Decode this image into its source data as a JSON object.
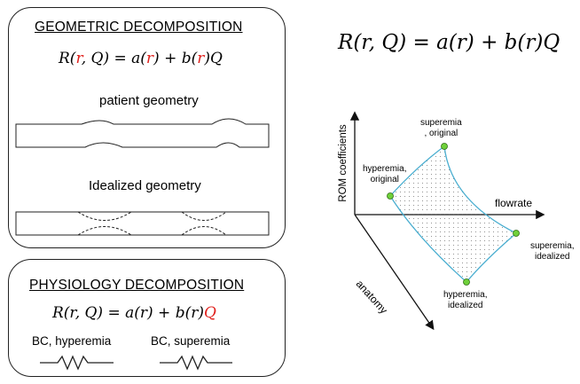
{
  "left": {
    "geometric_box": {
      "heading": "GEOMETRIC DECOMPOSITION",
      "equation": {
        "lhs": "R(",
        "var1": "r",
        "mid1": ", Q) = a(",
        "var2": "r",
        "mid2": ") + b(",
        "var3": "r",
        "tail": ")Q"
      },
      "patient_label": "patient geometry",
      "idealized_label": "Idealized geometry"
    },
    "physiology_box": {
      "heading": "PHYSIOLOGY DECOMPOSITION",
      "equation": {
        "main": "R(r, Q) = a(r) + b(r)",
        "q": "Q"
      },
      "bc_hyperemia": "BC, hyperemia",
      "bc_superemia": "BC, superemia"
    }
  },
  "right": {
    "equation": "R(r, Q) = a(r) + b(r)Q",
    "diagram": {
      "y_axis_label": "ROM coefficients",
      "x_axis_label": "flowrate",
      "z_axis_label": "anatomy",
      "points": {
        "superemia_original": [
          "superemia",
          ", original"
        ],
        "hyperemia_original": [
          "hyperemia,",
          "original"
        ],
        "superemia_idealized": [
          "superemia,",
          "idealized"
        ],
        "hyperemia_idealized": [
          "hyperemia,",
          "idealized"
        ]
      },
      "colors": {
        "surface_edge": "#4aaed0",
        "point_fill": "#6fd13a",
        "stipple": "#7a7a7a",
        "highlight": "#e0201c"
      }
    }
  }
}
